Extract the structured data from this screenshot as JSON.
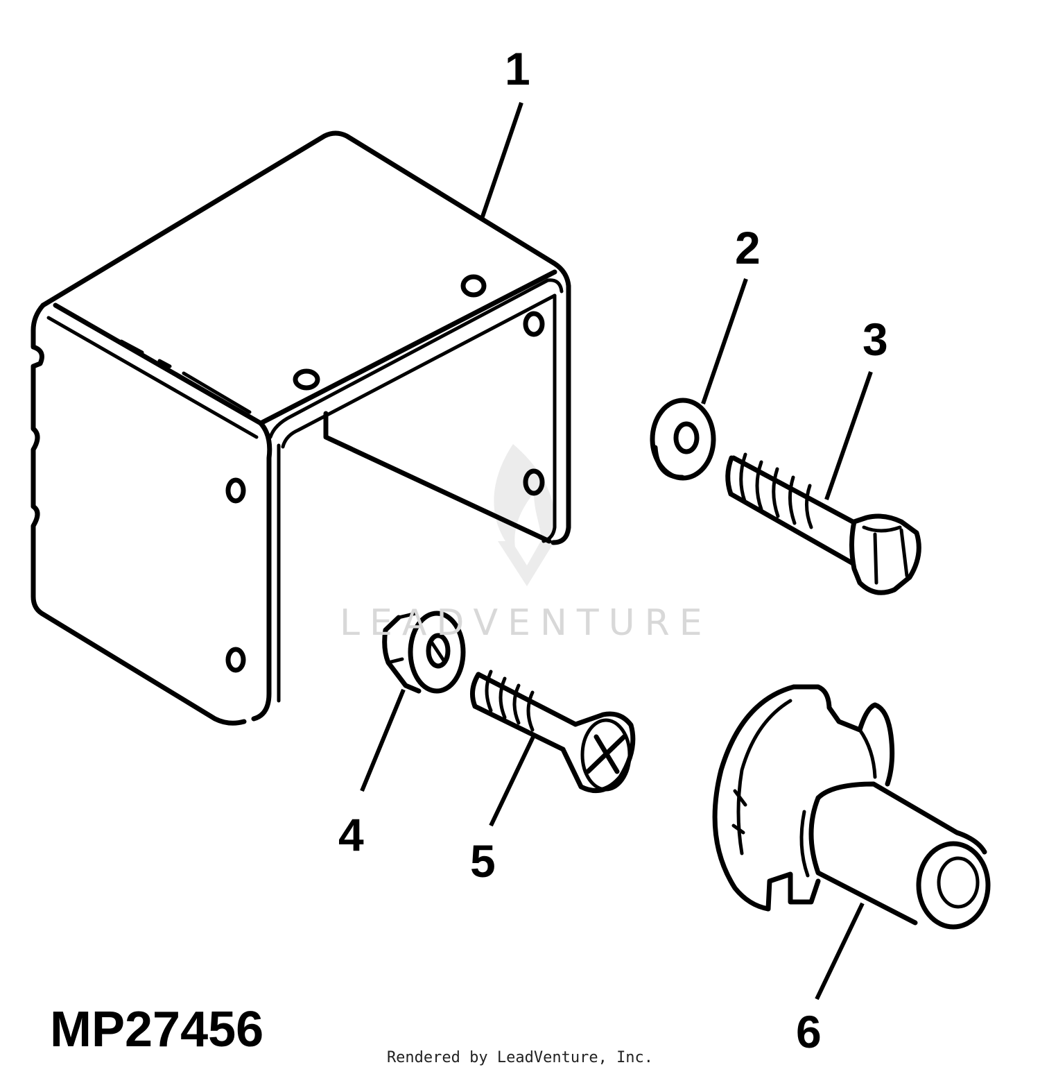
{
  "figure": {
    "code": "MP27456",
    "credit": "Rendered by LeadVenture, Inc.",
    "watermark": "LEADVENTURE"
  },
  "callouts": [
    {
      "number": "1",
      "part": "bracket"
    },
    {
      "number": "2",
      "part": "washer"
    },
    {
      "number": "3",
      "part": "hex-bolt"
    },
    {
      "number": "4",
      "part": "nut"
    },
    {
      "number": "5",
      "part": "flat-head-screw"
    },
    {
      "number": "6",
      "part": "fitting"
    }
  ]
}
